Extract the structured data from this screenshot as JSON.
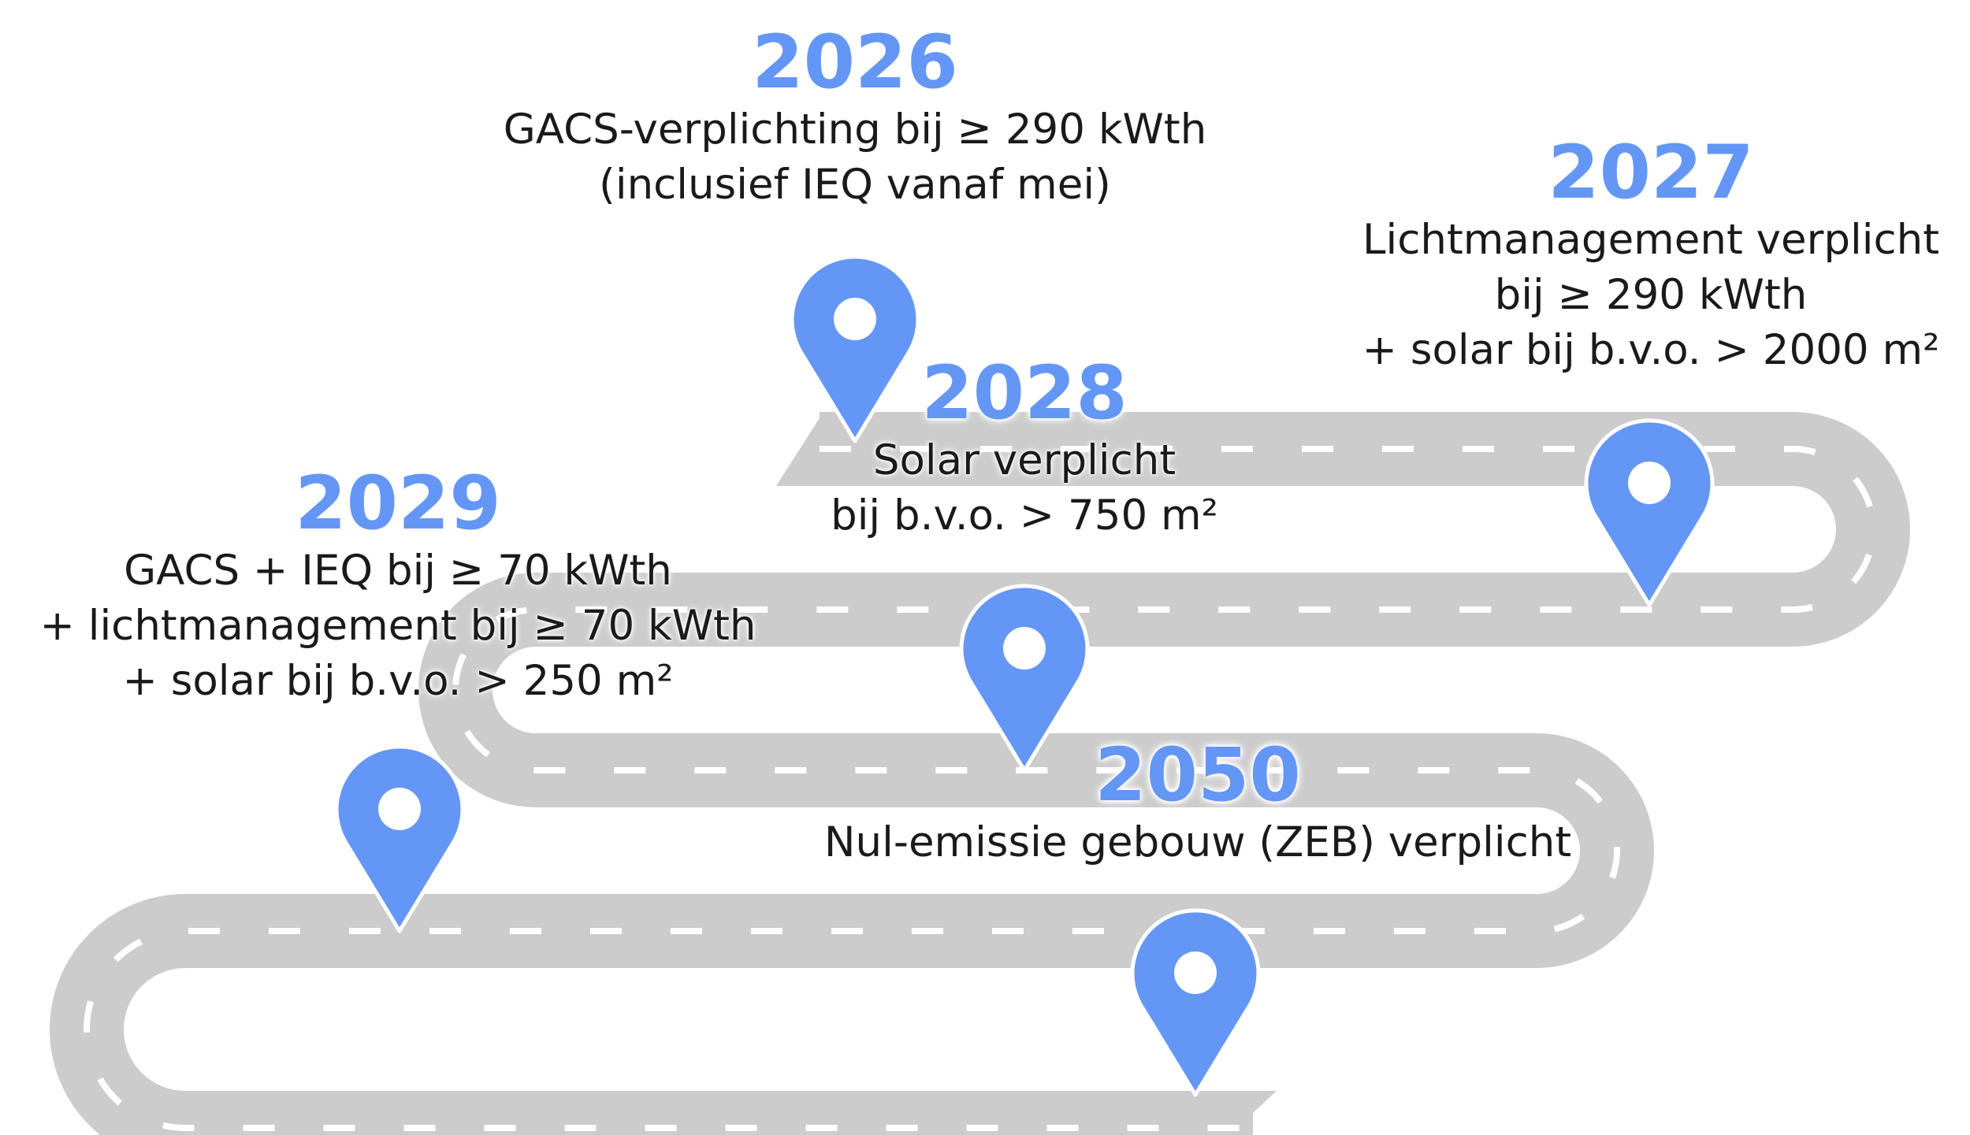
{
  "colors": {
    "road": "#cccccc",
    "lane": "#ffffff",
    "pin": "#6496f5",
    "year": "#6496f5",
    "text": "#1a1a1a"
  },
  "icon": "map-pin-icon",
  "milestones": [
    {
      "year": "2026",
      "lines": [
        "GACS-verplichting bij ≥ 290 kWth",
        "(inclusief IEQ vanaf mei)"
      ]
    },
    {
      "year": "2027",
      "lines": [
        "Lichtmanagement verplicht",
        "bij ≥ 290 kWth",
        "+ solar bij b.v.o. > 2000 m²"
      ]
    },
    {
      "year": "2028",
      "lines": [
        "Solar verplicht",
        "bij b.v.o. > 750 m²"
      ]
    },
    {
      "year": "2029",
      "lines": [
        "GACS + IEQ bij ≥ 70 kWth",
        "+ lichtmanagement bij ≥ 70 kWth",
        "+ solar bij b.v.o. > 250 m²"
      ]
    },
    {
      "year": "2050",
      "lines": [
        "Nul-emissie gebouw (ZEB) verplicht"
      ]
    }
  ]
}
